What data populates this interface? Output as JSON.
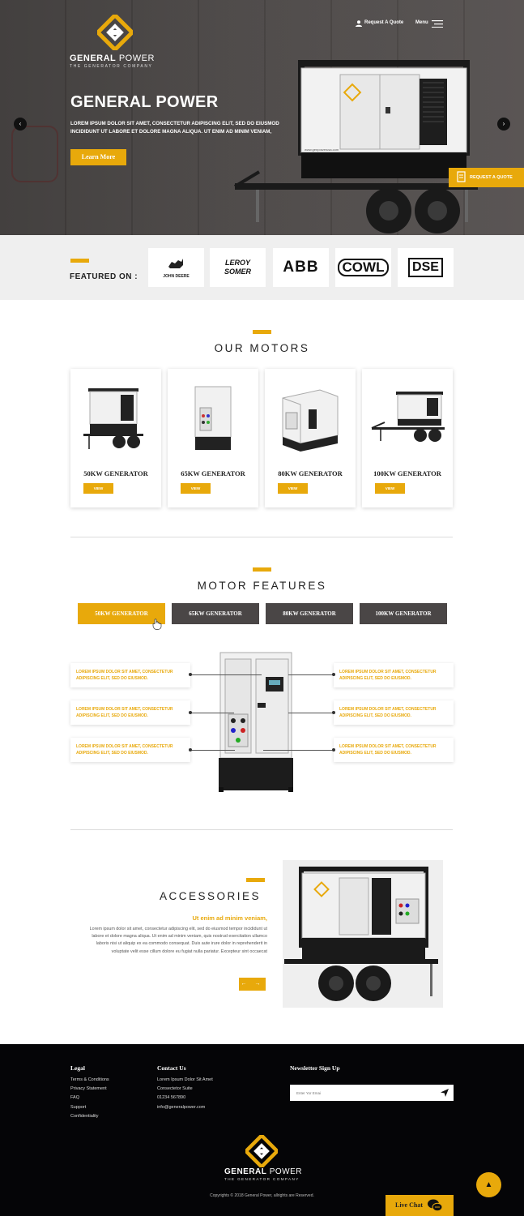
{
  "header": {
    "logo": {
      "name_part1": "GENERAL",
      "name_part2": "POWER",
      "tagline": "THE GENERATOR COMPANY"
    },
    "request_quote": "Request A Quote",
    "menu": "Menu"
  },
  "hero": {
    "title": "GENERAL POWER",
    "description": "LOREM IPSUM DOLOR SIT AMET, CONSECTETUR ADIPISCING ELIT, SED DO EIUSMOD INCIDIDUNT UT LABORE ET DOLORE MAGNA ALIQUA. UT ENIM AD MINIM VENIAM,",
    "button": "Learn More",
    "quote_tab": "REQUEST A QUOTE",
    "trailer_url": "www.genpowerusa.com",
    "prev": "‹",
    "next": "›"
  },
  "featured": {
    "label": "FEATURED ON :",
    "brands": [
      "JOHN DEERE",
      "LEROY SOMER",
      "ABB",
      "COWL",
      "DSE"
    ]
  },
  "motors": {
    "title": "OUR MOTORS",
    "items": [
      {
        "name": "50KW GENERATOR",
        "button": "VIEW"
      },
      {
        "name": "65KW GENERATOR",
        "button": "VIEW"
      },
      {
        "name": "80KW GENERATOR",
        "button": "VIEW"
      },
      {
        "name": "100KW GENERATOR",
        "button": "VIEW"
      }
    ]
  },
  "features": {
    "title": "MOTOR FEATURES",
    "tabs": [
      "50KW GENERATOR",
      "65KW GENERATOR",
      "80KW GENERATOR",
      "100KW GENERATOR"
    ],
    "active_tab": 0,
    "callout_text": "LOREM IPSUM DOLOR SIT AMET, CONSECTETUR ADIPISCING ELIT, SED DO EIUSMOD."
  },
  "accessories": {
    "title": "ACCESSORIES",
    "subtitle": "Ut enim ad minim veniam,",
    "text": "Lorem ipsum dolor sit amet, consectetur adipiscing elit, sed do eiusmod tempor incididunt ut labore et dolore magna aliqua. Ut enim ad minim veniam, quis nostrud exercitation ullamco laboris nisi ut aliquip ex ea commodo consequat. Duis aute irure dolor in reprehenderit in voluptate velit esse cillum dolore eu fugiat nulla pariatur. Excepteur sint occaecat",
    "nav": "← →"
  },
  "footer": {
    "legal": {
      "title": "Legal",
      "links": [
        "Terms & Conditions",
        "Privacy Statement",
        "FAQ",
        "Support",
        "Confidentiality"
      ]
    },
    "contact": {
      "title": "Contact Us",
      "lines": [
        "Lorem Ipsum Dolor Sit Amet",
        "Consectetor Suite",
        "01234 567890",
        "info@generalpower.com"
      ]
    },
    "newsletter": {
      "title": "Newsletter Sign Up",
      "placeholder": "Enter Yor Emai"
    },
    "copyright": "Copyrights © 2018 General Power, allrights are Reserved.",
    "scroll_top": "▲",
    "live_chat": "Live Chat"
  },
  "colors": {
    "accent": "#e8a90b",
    "dark": "#4a4646",
    "footer": "#050507"
  }
}
